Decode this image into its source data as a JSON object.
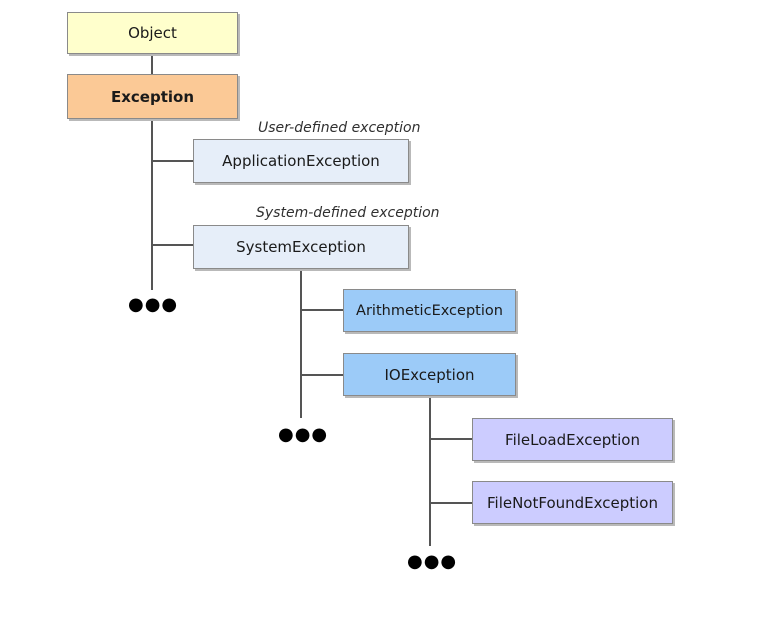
{
  "nodes": {
    "object": "Object",
    "exception": "Exception",
    "application_exception": "ApplicationException",
    "system_exception": "SystemException",
    "arithmetic_exception": "ArithmeticException",
    "io_exception": "IOException",
    "file_load_exception": "FileLoadException",
    "file_not_found_exception": "FileNotFoundException"
  },
  "captions": {
    "user_defined": "User-defined exception",
    "system_defined": "System-defined exception"
  },
  "ellipsis": "●●●",
  "colors": {
    "object_fill": "#ffffcc",
    "exception_fill": "#fbc996",
    "system_level_fill": "#e6eef9",
    "io_level_fill": "#9ccbf8",
    "file_level_fill": "#ccccff"
  }
}
